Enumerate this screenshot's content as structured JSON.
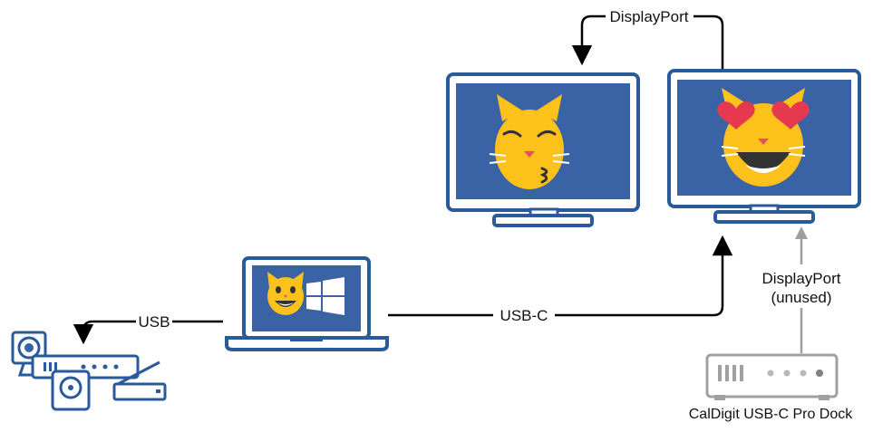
{
  "labels": {
    "displayport_top": "DisplayPort",
    "usb": "USB",
    "usbc": "USB-C",
    "displayport_unused_line1": "DisplayPort",
    "displayport_unused_line2": "(unused)",
    "dock": "CalDigit USB-C Pro Dock"
  },
  "colors": {
    "frame_blue": "#2a5a9a",
    "screen_blue": "#3a63a5",
    "emoji_yellow": "#fcc21b",
    "heart_red": "#e63950",
    "wire_black": "#000000",
    "wire_gray": "#9e9e9e",
    "dock_gray": "#a0a0a0"
  },
  "icons": {
    "left_monitor": "kissing-cat-face-icon",
    "right_monitor": "heart-eyes-cat-face-icon",
    "laptop": "grinning-cat-face-icon",
    "laptop_os": "windows-logo-icon",
    "peripherals": "usb-peripherals-icon",
    "dock": "dock-icon"
  }
}
